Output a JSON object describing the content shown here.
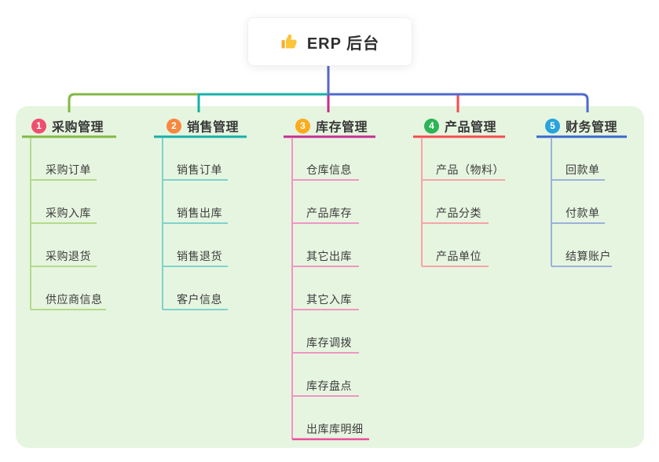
{
  "root": {
    "title": "ERP 后台",
    "icon": "thumbs-up-icon"
  },
  "colors": {
    "page_background": "#ffffff",
    "panel_background": "#e6f5e0",
    "root_connector": "#5767c8",
    "trunk_right_blue": "#4f6ace",
    "thumb_yellow": "#fbc539",
    "thumb_cuff_yellow": "#f5ae2f",
    "text_dark": "#2f2f2f"
  },
  "branches": [
    {
      "index": "1",
      "title": "采购管理",
      "badge_color": "#ef4f6e",
      "line_color": "#82b844",
      "child_line_color": "#b4d98b",
      "children": [
        "采购订单",
        "采购入库",
        "采购退货",
        "供应商信息"
      ]
    },
    {
      "index": "2",
      "title": "销售管理",
      "badge_color": "#f8873f",
      "line_color": "#16b1a9",
      "child_line_color": "#7fd2cc",
      "children": [
        "销售订单",
        "销售出库",
        "销售退货",
        "客户信息"
      ]
    },
    {
      "index": "3",
      "title": "库存管理",
      "badge_color": "#fbab1d",
      "line_color": "#c52f92",
      "child_line_color": "#f195c4",
      "last_child_line_color": "#ec4d9b",
      "children": [
        "仓库信息",
        "产品库存",
        "其它出库",
        "其它入库",
        "库存调拨",
        "库存盘点",
        "出库库明细"
      ]
    },
    {
      "index": "4",
      "title": "产品管理",
      "badge_color": "#2cb455",
      "line_color": "#f54a50",
      "child_line_color": "#f8a3a7",
      "children": [
        "产品（物料）",
        "产品分类",
        "产品单位"
      ]
    },
    {
      "index": "5",
      "title": "财务管理",
      "badge_color": "#29a3dc",
      "line_color": "#3a67cf",
      "child_line_color": "#9cb1dc",
      "children": [
        "回款单",
        "付款单",
        "结算账户"
      ]
    }
  ]
}
